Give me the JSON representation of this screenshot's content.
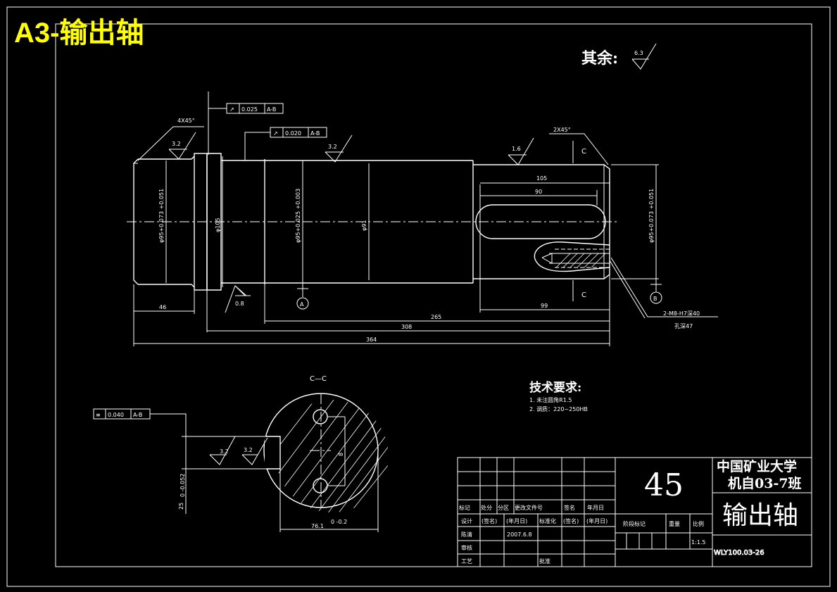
{
  "title": "A3-输出轴",
  "roughness_note": {
    "label": "其余:",
    "value": "6.3"
  },
  "geometric_tolerances": [
    {
      "symbol": "↗",
      "value": "0.025",
      "datum": "A-B"
    },
    {
      "symbol": "↗",
      "value": "0.020",
      "datum": "A-B"
    },
    {
      "symbol": "≡",
      "value": "0.040",
      "datum": "A-B"
    }
  ],
  "roughness": [
    "3.2",
    "3.2",
    "1.6",
    "0.8",
    "3.2",
    "3.2"
  ],
  "chamfers": [
    "4X45°",
    "2X45°"
  ],
  "diameters": [
    "φ95+0.073 +0.051",
    "φ105",
    "φ95+0.025 +0.003",
    "φ91",
    "φ95+0.073 +0.051"
  ],
  "dimensions": {
    "d105": "105",
    "d90": "90",
    "d46": "46",
    "d99": "99",
    "d265": "265",
    "d308": "308",
    "d364": "364",
    "d_key": "8",
    "d76": "76.1",
    "d76_tol": "0 -0.2",
    "d25": "25",
    "d25_tol": "0 -0.052"
  },
  "section_label": "C",
  "section_title": "C—C",
  "datums": [
    "A",
    "B"
  ],
  "thread_note": [
    "2-M8-H7深40",
    "孔深47"
  ],
  "tech_req": {
    "heading": "技术要求:",
    "items": [
      "1.    未注圆角R1.5",
      "2.    调质：220~250HB"
    ]
  },
  "title_block": {
    "material": "45",
    "school": "中国矿业大学",
    "class": "机自03-7班",
    "part_name": "输出轴",
    "drawing_no": "WLY100.03-26",
    "scale": "1:1.5",
    "headers": [
      "标记",
      "处分",
      "分区",
      "更改文件号",
      "签名",
      "年月日"
    ],
    "row_design": [
      "设计",
      "(签名)",
      "(年月日)",
      "标准化",
      "(签名)",
      "(年月日)"
    ],
    "designer": "陈清",
    "date": "2007.6.8",
    "review": "审核",
    "process": "工艺",
    "approve": "批准",
    "stage": "阶段标记",
    "weight": "重量",
    "ratio": "比例"
  }
}
